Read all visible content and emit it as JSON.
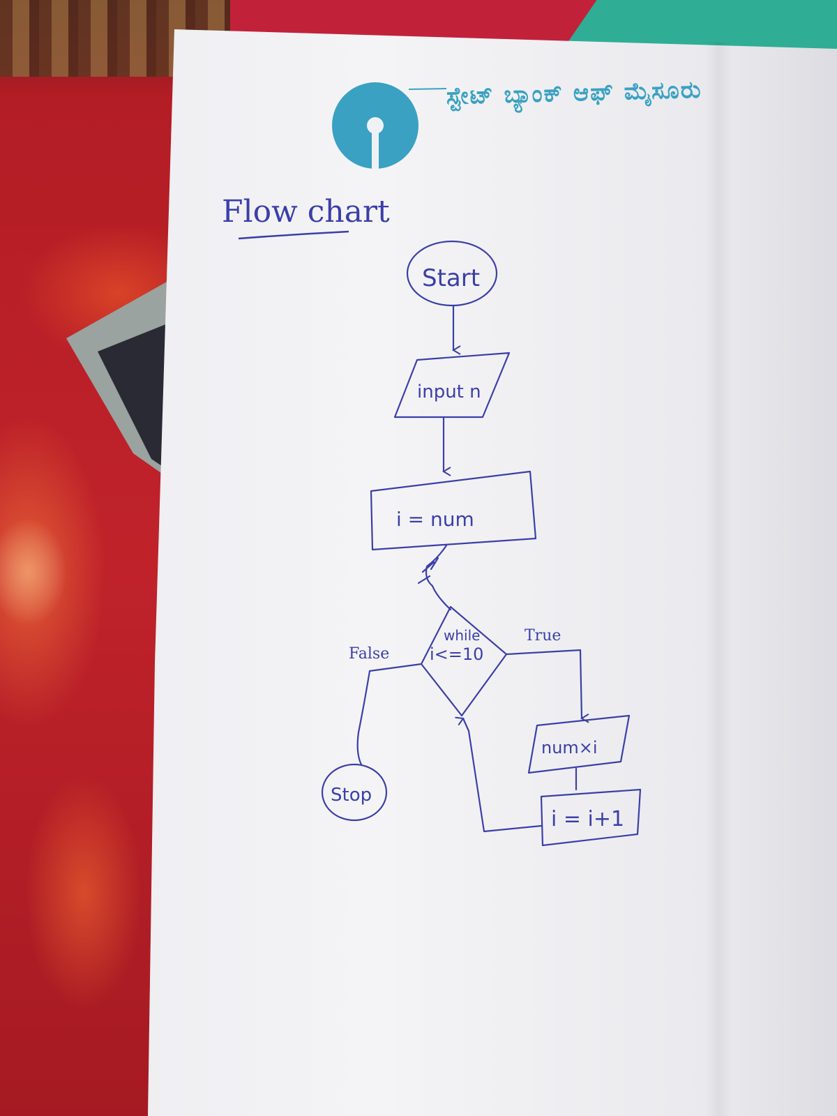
{
  "letterhead": {
    "bank_name": "ಸ್ಟೇಟ್ ಬ್ಯಾಂಕ್ ಆಫ್ ಮೈಸೂರು",
    "logo_color": "#3aa1c2"
  },
  "heading": "Flow chart",
  "ink_color": "#3b3fa8",
  "nodes": {
    "start": "Start",
    "input": "input n",
    "assign": "i = num",
    "condition_line1": "while",
    "condition_line2": "i<=10",
    "multiply": "num×i",
    "increment": "i = i+1",
    "stop": "Stop"
  },
  "edges": {
    "true_label": "True",
    "false_label": "False"
  }
}
